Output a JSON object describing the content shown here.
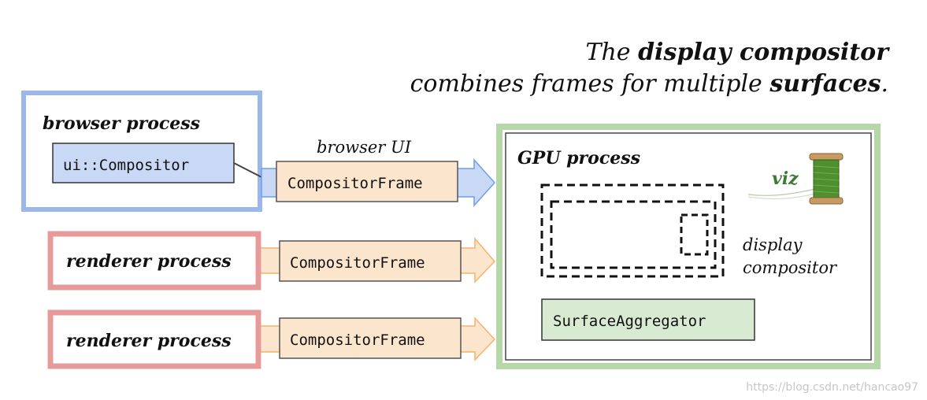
{
  "title": {
    "line1": {
      "prefix": "The ",
      "bold": "display compositor"
    },
    "line2": {
      "prefix": "combines frames for multiple ",
      "bold": "surfaces",
      "suffix": "."
    }
  },
  "browser_process": {
    "label": "browser process",
    "inner_label": "ui::Compositor",
    "fill": "#c9d8f5",
    "border": "#9bb7ee"
  },
  "browser_ui_label": "browser UI",
  "renderer_processes": [
    {
      "label": "renderer process"
    },
    {
      "label": "renderer process"
    }
  ],
  "renderer_colors": {
    "fill": "#ffffff",
    "border": "#e79a9a"
  },
  "compositor_frames": [
    {
      "label": "CompositorFrame"
    },
    {
      "label": "CompositorFrame"
    },
    {
      "label": "CompositorFrame"
    }
  ],
  "compositor_frame_colors": {
    "fill": "#fce5cd",
    "border": "#555555"
  },
  "gpu_process": {
    "label": "GPU process",
    "border": "#b6d7a8",
    "viz_label": "viz",
    "display_compositor_line1": "display",
    "display_compositor_line2": "compositor",
    "aggregator_label": "SurfaceAggregator",
    "aggregator_fill": "#d9ead3"
  },
  "watermark": "https://blog.csdn.net/hancao97",
  "icons": {
    "spool": "thread-spool-icon",
    "arrow": "block-arrow-icon"
  }
}
